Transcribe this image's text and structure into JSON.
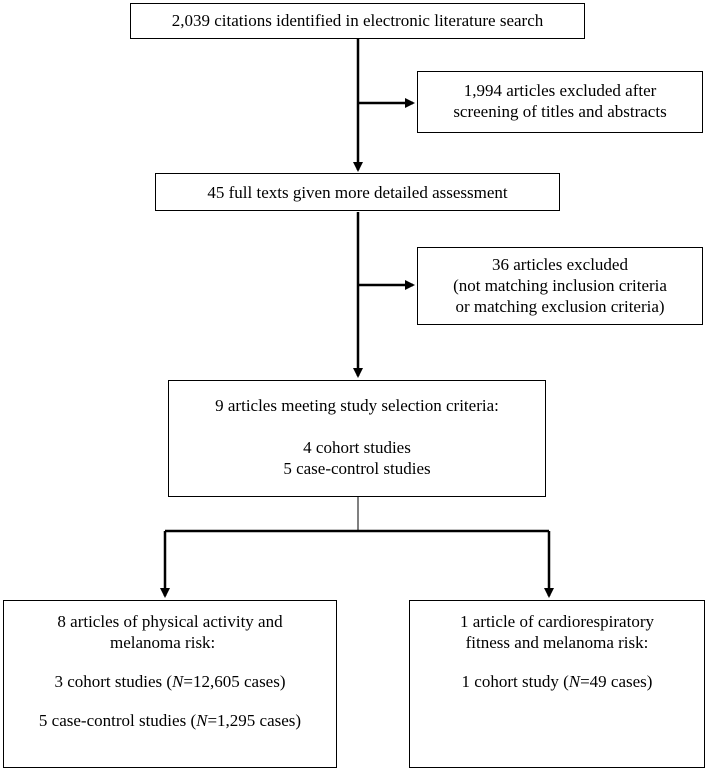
{
  "boxes": {
    "identified": {
      "text": "2,039 citations identified in electronic literature search"
    },
    "excluded_screening": {
      "line1": "1,994 articles excluded after",
      "line2": "screening of titles and abstracts"
    },
    "full_texts": {
      "text": "45 full texts given more detailed assessment"
    },
    "excluded_criteria": {
      "line1": "36 articles excluded",
      "line2": "(not matching inclusion criteria",
      "line3": "or matching exclusion criteria)"
    },
    "selected": {
      "line1": "9 articles meeting study selection criteria:",
      "line2": "4 cohort studies",
      "line3": "5 case-control studies"
    },
    "physical_activity": {
      "line1": "8 articles of physical activity and",
      "line2": "melanoma risk:",
      "cohort_prefix": "3 cohort studies (",
      "cohort_n": "N",
      "cohort_suffix": "=12,605 cases)",
      "cc_prefix": "5 case-control studies (",
      "cc_n": "N",
      "cc_suffix": "=1,295 cases)"
    },
    "cardio": {
      "line1": "1 article of cardiorespiratory",
      "line2": "fitness and melanoma risk:",
      "cohort_prefix": "1 cohort study (",
      "cohort_n": "N",
      "cohort_suffix": "=49 cases)"
    }
  }
}
